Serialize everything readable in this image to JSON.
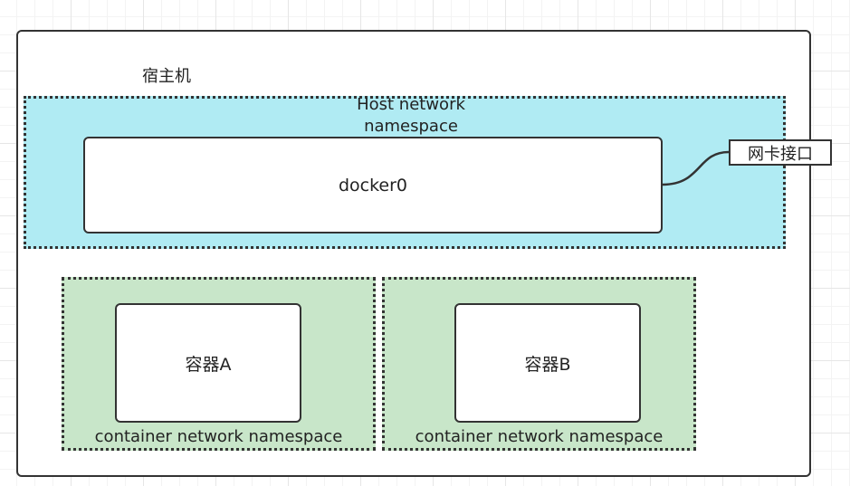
{
  "diagram": {
    "host_machine": {
      "label": "宿主机"
    },
    "host_namespace": {
      "label": "Host network\nnamespace"
    },
    "bridge": {
      "label": "docker0"
    },
    "nic": {
      "label": "网卡接口"
    },
    "container_namespaces": [
      {
        "label": "container network namespace",
        "container": {
          "label": "容器A"
        }
      },
      {
        "label": "container network namespace",
        "container": {
          "label": "容器B"
        }
      }
    ],
    "colors": {
      "host_namespace_fill": "#b0ebf3",
      "container_namespace_fill": "#c8e6c9",
      "stroke": "#333333"
    }
  }
}
